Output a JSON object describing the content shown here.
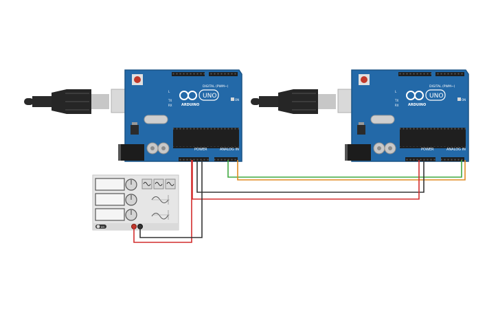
{
  "boards": [
    {
      "brand": "ARDUINO",
      "model": "UNO",
      "digital_header": "DIGITAL (PWM~)",
      "power_header": "POWER",
      "analog_header": "ANALOG IN",
      "on_label": "ON",
      "tx_label": "TX",
      "rx_label": "RX",
      "l_label": "L"
    },
    {
      "brand": "ARDUINO",
      "model": "UNO",
      "digital_header": "DIGITAL (PWM~)",
      "power_header": "POWER",
      "analog_header": "ANALOG IN",
      "on_label": "ON",
      "tx_label": "TX",
      "rx_label": "RX",
      "l_label": "L"
    }
  ],
  "generator": {
    "switch_label": "on"
  },
  "colors": {
    "board": "#2369a8",
    "board_edge": "#1b5485",
    "wire_red": "#d22b2b",
    "wire_black": "#333333",
    "wire_green": "#3fa83f",
    "wire_orange": "#e08a1e",
    "usb_cable": "#2a2a2a"
  },
  "icons": [
    "usb-cable-icon",
    "arduino-infinity-logo-icon",
    "sine-wave-icon",
    "square-wave-icon",
    "triangle-wave-icon"
  ]
}
